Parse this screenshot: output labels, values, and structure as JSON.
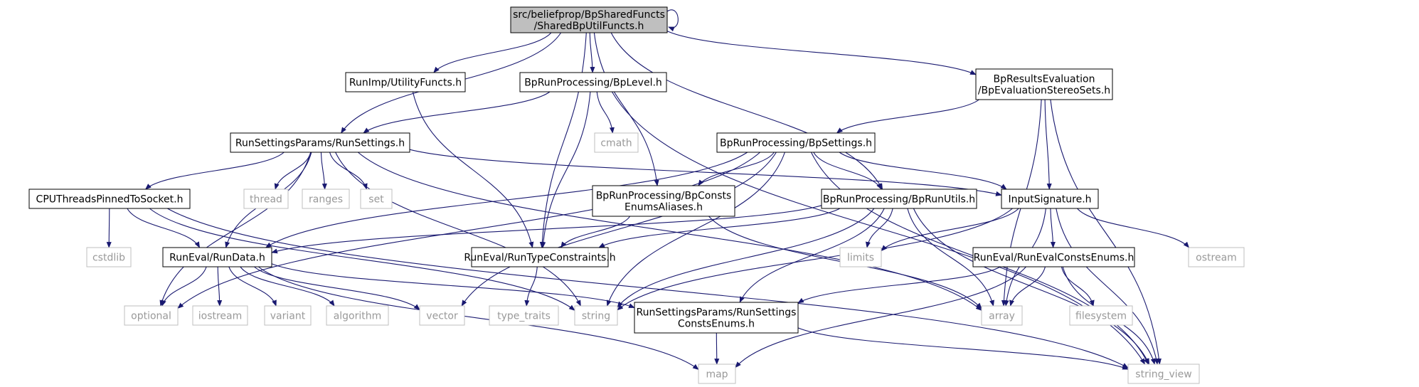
{
  "graph": {
    "title": "Include dependency graph",
    "colors": {
      "edge": "#191970",
      "root_fill": "#bfbfbf",
      "root_stroke": "#000000",
      "header_fill": "#ffffff",
      "header_stroke": "#000000",
      "system_stroke": "#bfbfbf",
      "system_text": "#999999",
      "text": "#000000"
    },
    "nodes": {
      "root": {
        "lines": [
          "src/beliefprop/BpSharedFuncts",
          "/SharedBpUtilFuncts.h"
        ],
        "kind": "root"
      },
      "utility": {
        "lines": [
          "RunImp/UtilityFuncts.h"
        ],
        "kind": "header"
      },
      "bplevel": {
        "lines": [
          "BpRunProcessing/BpLevel.h"
        ],
        "kind": "header"
      },
      "bpresults": {
        "lines": [
          "BpResultsEvaluation",
          "/BpEvaluationStereoSets.h"
        ],
        "kind": "header"
      },
      "runsettings": {
        "lines": [
          "RunSettingsParams/RunSettings.h"
        ],
        "kind": "header"
      },
      "cmath": {
        "lines": [
          "cmath"
        ],
        "kind": "system"
      },
      "bpsettings": {
        "lines": [
          "BpRunProcessing/BpSettings.h"
        ],
        "kind": "header"
      },
      "cputhreads": {
        "lines": [
          "CPUThreadsPinnedToSocket.h"
        ],
        "kind": "header"
      },
      "thread": {
        "lines": [
          "thread"
        ],
        "kind": "system"
      },
      "ranges": {
        "lines": [
          "ranges"
        ],
        "kind": "system"
      },
      "set": {
        "lines": [
          "set"
        ],
        "kind": "system"
      },
      "bpconsts": {
        "lines": [
          "BpRunProcessing/BpConsts",
          "EnumsAliases.h"
        ],
        "kind": "header"
      },
      "bprunutils": {
        "lines": [
          "BpRunProcessing/BpRunUtils.h"
        ],
        "kind": "header"
      },
      "inputsig": {
        "lines": [
          "InputSignature.h"
        ],
        "kind": "header"
      },
      "cstdlib": {
        "lines": [
          "cstdlib"
        ],
        "kind": "system"
      },
      "rundata": {
        "lines": [
          "RunEval/RunData.h"
        ],
        "kind": "header"
      },
      "runtype": {
        "lines": [
          "RunEval/RunTypeConstraints.h"
        ],
        "kind": "header"
      },
      "limits": {
        "lines": [
          "limits"
        ],
        "kind": "system"
      },
      "runevalconsts": {
        "lines": [
          "RunEval/RunEvalConstsEnums.h"
        ],
        "kind": "header"
      },
      "ostream": {
        "lines": [
          "ostream"
        ],
        "kind": "system"
      },
      "optional": {
        "lines": [
          "optional"
        ],
        "kind": "system"
      },
      "iostream": {
        "lines": [
          "iostream"
        ],
        "kind": "system"
      },
      "variant": {
        "lines": [
          "variant"
        ],
        "kind": "system"
      },
      "algorithm": {
        "lines": [
          "algorithm"
        ],
        "kind": "system"
      },
      "vector": {
        "lines": [
          "vector"
        ],
        "kind": "system"
      },
      "type_traits": {
        "lines": [
          "type_traits"
        ],
        "kind": "system"
      },
      "string": {
        "lines": [
          "string"
        ],
        "kind": "system"
      },
      "rsconsts": {
        "lines": [
          "RunSettingsParams/RunSettings",
          "ConstsEnums.h"
        ],
        "kind": "header"
      },
      "array": {
        "lines": [
          "array"
        ],
        "kind": "system"
      },
      "filesystem": {
        "lines": [
          "filesystem"
        ],
        "kind": "system"
      },
      "map": {
        "lines": [
          "map"
        ],
        "kind": "system"
      },
      "string_view": {
        "lines": [
          "string_view"
        ],
        "kind": "system"
      }
    },
    "edges": [
      [
        "root",
        "root"
      ],
      [
        "root",
        "runsettings"
      ],
      [
        "root",
        "utility"
      ],
      [
        "root",
        "runtype"
      ],
      [
        "root",
        "bplevel"
      ],
      [
        "root",
        "bpconsts"
      ],
      [
        "root",
        "bprunutils"
      ],
      [
        "root",
        "bpresults"
      ],
      [
        "utility",
        "runtype"
      ],
      [
        "bplevel",
        "runsettings"
      ],
      [
        "bplevel",
        "runtype"
      ],
      [
        "bplevel",
        "cmath"
      ],
      [
        "bplevel",
        "string_view"
      ],
      [
        "bpresults",
        "bpsettings"
      ],
      [
        "bpresults",
        "inputsig"
      ],
      [
        "bpresults",
        "array"
      ],
      [
        "bpresults",
        "string_view"
      ],
      [
        "runsettings",
        "cputhreads"
      ],
      [
        "runsettings",
        "rundata"
      ],
      [
        "runsettings",
        "thread"
      ],
      [
        "runsettings",
        "ranges"
      ],
      [
        "runsettings",
        "set"
      ],
      [
        "runsettings",
        "inputsig"
      ],
      [
        "runsettings",
        "optional"
      ],
      [
        "runsettings",
        "string"
      ],
      [
        "runsettings",
        "array"
      ],
      [
        "bpsettings",
        "rundata"
      ],
      [
        "bpsettings",
        "bpconsts"
      ],
      [
        "bpsettings",
        "bprunutils"
      ],
      [
        "bpsettings",
        "inputsig"
      ],
      [
        "bpsettings",
        "vector"
      ],
      [
        "bpsettings",
        "string"
      ],
      [
        "bpsettings",
        "optional"
      ],
      [
        "bpsettings",
        "string_view"
      ],
      [
        "cputhreads",
        "cstdlib"
      ],
      [
        "cputhreads",
        "rundata"
      ],
      [
        "cputhreads",
        "string"
      ],
      [
        "cputhreads",
        "string_view"
      ],
      [
        "bpconsts",
        "runtype"
      ],
      [
        "bpconsts",
        "array"
      ],
      [
        "bprunutils",
        "rundata"
      ],
      [
        "bprunutils",
        "runtype"
      ],
      [
        "bprunutils",
        "limits"
      ],
      [
        "bprunutils",
        "string"
      ],
      [
        "bprunutils",
        "rsconsts"
      ],
      [
        "bprunutils",
        "array"
      ],
      [
        "bprunutils",
        "string_view"
      ],
      [
        "inputsig",
        "runevalconsts"
      ],
      [
        "inputsig",
        "limits"
      ],
      [
        "inputsig",
        "ostream"
      ],
      [
        "inputsig",
        "string"
      ],
      [
        "inputsig",
        "string_view"
      ],
      [
        "inputsig",
        "array"
      ],
      [
        "rundata",
        "optional"
      ],
      [
        "rundata",
        "iostream"
      ],
      [
        "rundata",
        "variant"
      ],
      [
        "rundata",
        "algorithm"
      ],
      [
        "rundata",
        "vector"
      ],
      [
        "rundata",
        "map"
      ],
      [
        "rundata",
        "rsconsts"
      ],
      [
        "runtype",
        "type_traits"
      ],
      [
        "runevalconsts",
        "rsconsts"
      ],
      [
        "runevalconsts",
        "array"
      ],
      [
        "runevalconsts",
        "filesystem"
      ],
      [
        "runevalconsts",
        "string_view"
      ],
      [
        "runevalconsts",
        "map"
      ],
      [
        "rsconsts",
        "map"
      ],
      [
        "rsconsts",
        "string_view"
      ]
    ]
  }
}
